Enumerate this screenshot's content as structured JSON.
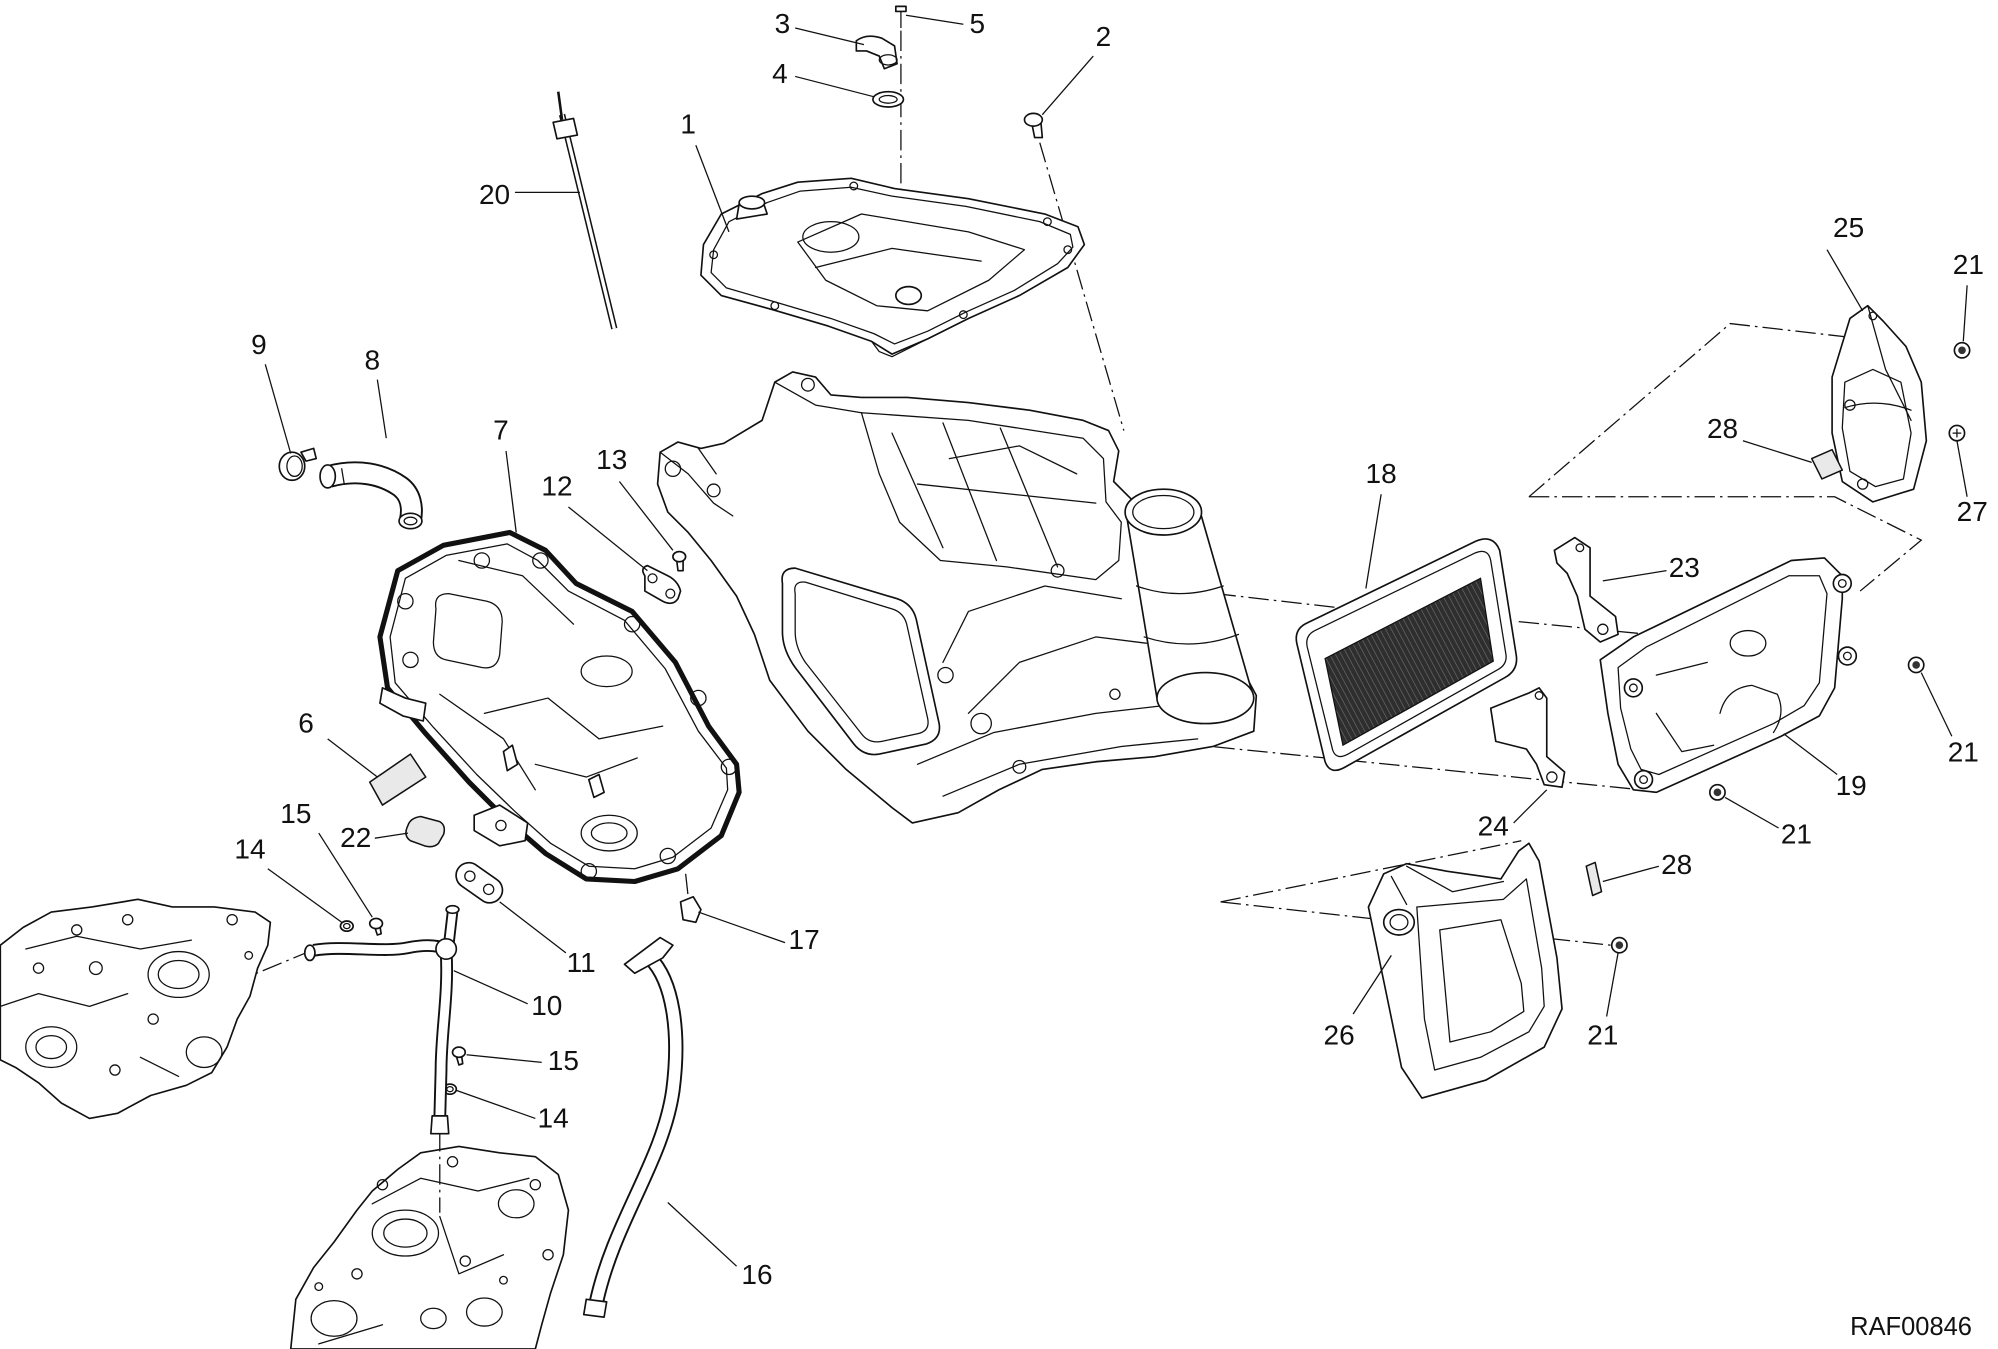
{
  "callouts": [
    "3",
    "5",
    "4",
    "2",
    "1",
    "20",
    "9",
    "8",
    "7",
    "12",
    "13",
    "18",
    "25",
    "21",
    "28",
    "27",
    "23",
    "21",
    "19",
    "21",
    "24",
    "28",
    "26",
    "21",
    "6",
    "15",
    "22",
    "14",
    "11",
    "17",
    "10",
    "15",
    "14",
    "16"
  ],
  "drawing_code": "RAF00846"
}
